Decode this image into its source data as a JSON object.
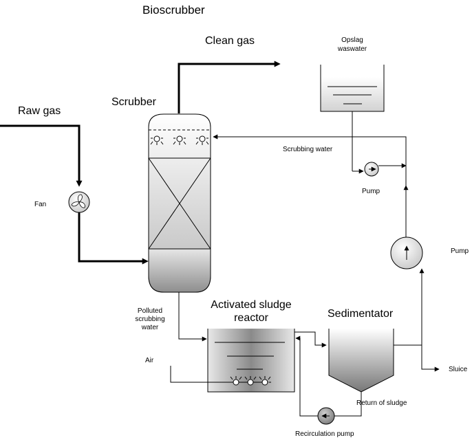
{
  "title": "Bioscrubber",
  "labels": {
    "clean_gas": "Clean gas",
    "raw_gas": "Raw gas",
    "scrubber": "Scrubber",
    "fan": "Fan",
    "opslag_line1": "Opslag",
    "opslag_line2": "waswater",
    "scrubbing_water": "Scrubbing water",
    "pump_top": "Pump",
    "pump_right": "Pump",
    "polluted_line1": "Polluted",
    "polluted_line2": "scrubbing",
    "polluted_line3": "water",
    "reactor_line1": "Activated sludge",
    "reactor_line2": "reactor",
    "sedimentator": "Sedimentator",
    "air": "Air",
    "sluice": "Sluice",
    "return_of_sludge": "Return of sludge",
    "recirculation_pump": "Recirculation pump"
  }
}
